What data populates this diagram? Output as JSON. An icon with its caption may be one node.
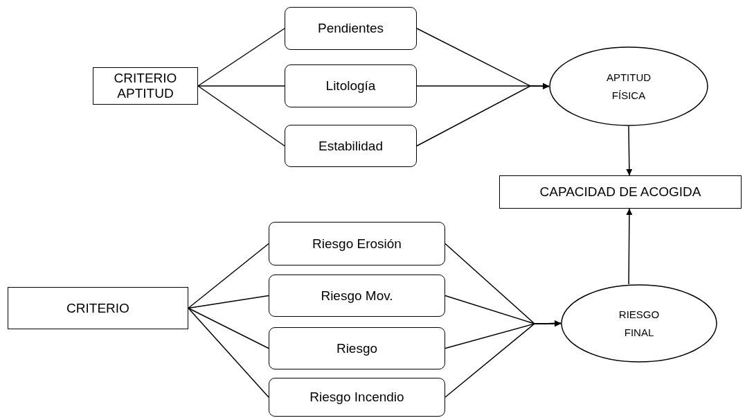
{
  "diagram": {
    "nodes": [
      {
        "text": [
          "CRITERIO APTITUD"
        ]
      },
      {
        "text": [
          "Pendientes"
        ]
      },
      {
        "text": [
          "Litología"
        ]
      },
      {
        "text": [
          "Estabilidad"
        ]
      },
      {
        "text": [
          "APTITUD FÍSICA"
        ]
      },
      {
        "text": [
          "CAPACIDAD DE ACOGIDA"
        ]
      },
      {
        "text": [
          "Riesgo Erosión"
        ]
      },
      {
        "text": [
          "Riesgo Mov."
        ]
      },
      {
        "text": [
          "CRITERIO"
        ]
      },
      {
        "text": [
          "Riesgo"
        ]
      },
      {
        "text": [
          "RIESGO FINAL"
        ]
      },
      {
        "text": [
          "Riesgo Incendio"
        ]
      }
    ],
    "edges": [
      {
        "from": 0,
        "to": 1,
        "arrow": "none"
      },
      {
        "from": 0,
        "to": 2,
        "arrow": "none"
      },
      {
        "from": 0,
        "to": 3,
        "arrow": "none"
      },
      {
        "from": 1,
        "to": 4,
        "arrow": "to"
      },
      {
        "from": 2,
        "to": 4,
        "arrow": "to"
      },
      {
        "from": 3,
        "to": 4,
        "arrow": "to"
      },
      {
        "from": 4,
        "to": 5,
        "arrow": "to"
      },
      {
        "from": 8,
        "to": 6,
        "arrow": "none"
      },
      {
        "from": 8,
        "to": 7,
        "arrow": "none"
      },
      {
        "from": 8,
        "to": 9,
        "arrow": "none"
      },
      {
        "from": 8,
        "to": 11,
        "arrow": "none"
      },
      {
        "from": 6,
        "to": 10,
        "arrow": "to"
      },
      {
        "from": 7,
        "to": 10,
        "arrow": "to"
      },
      {
        "from": 9,
        "to": 10,
        "arrow": "to"
      },
      {
        "from": 11,
        "to": 10,
        "arrow": "to"
      },
      {
        "from": 10,
        "to": 5,
        "arrow": "to"
      }
    ]
  }
}
